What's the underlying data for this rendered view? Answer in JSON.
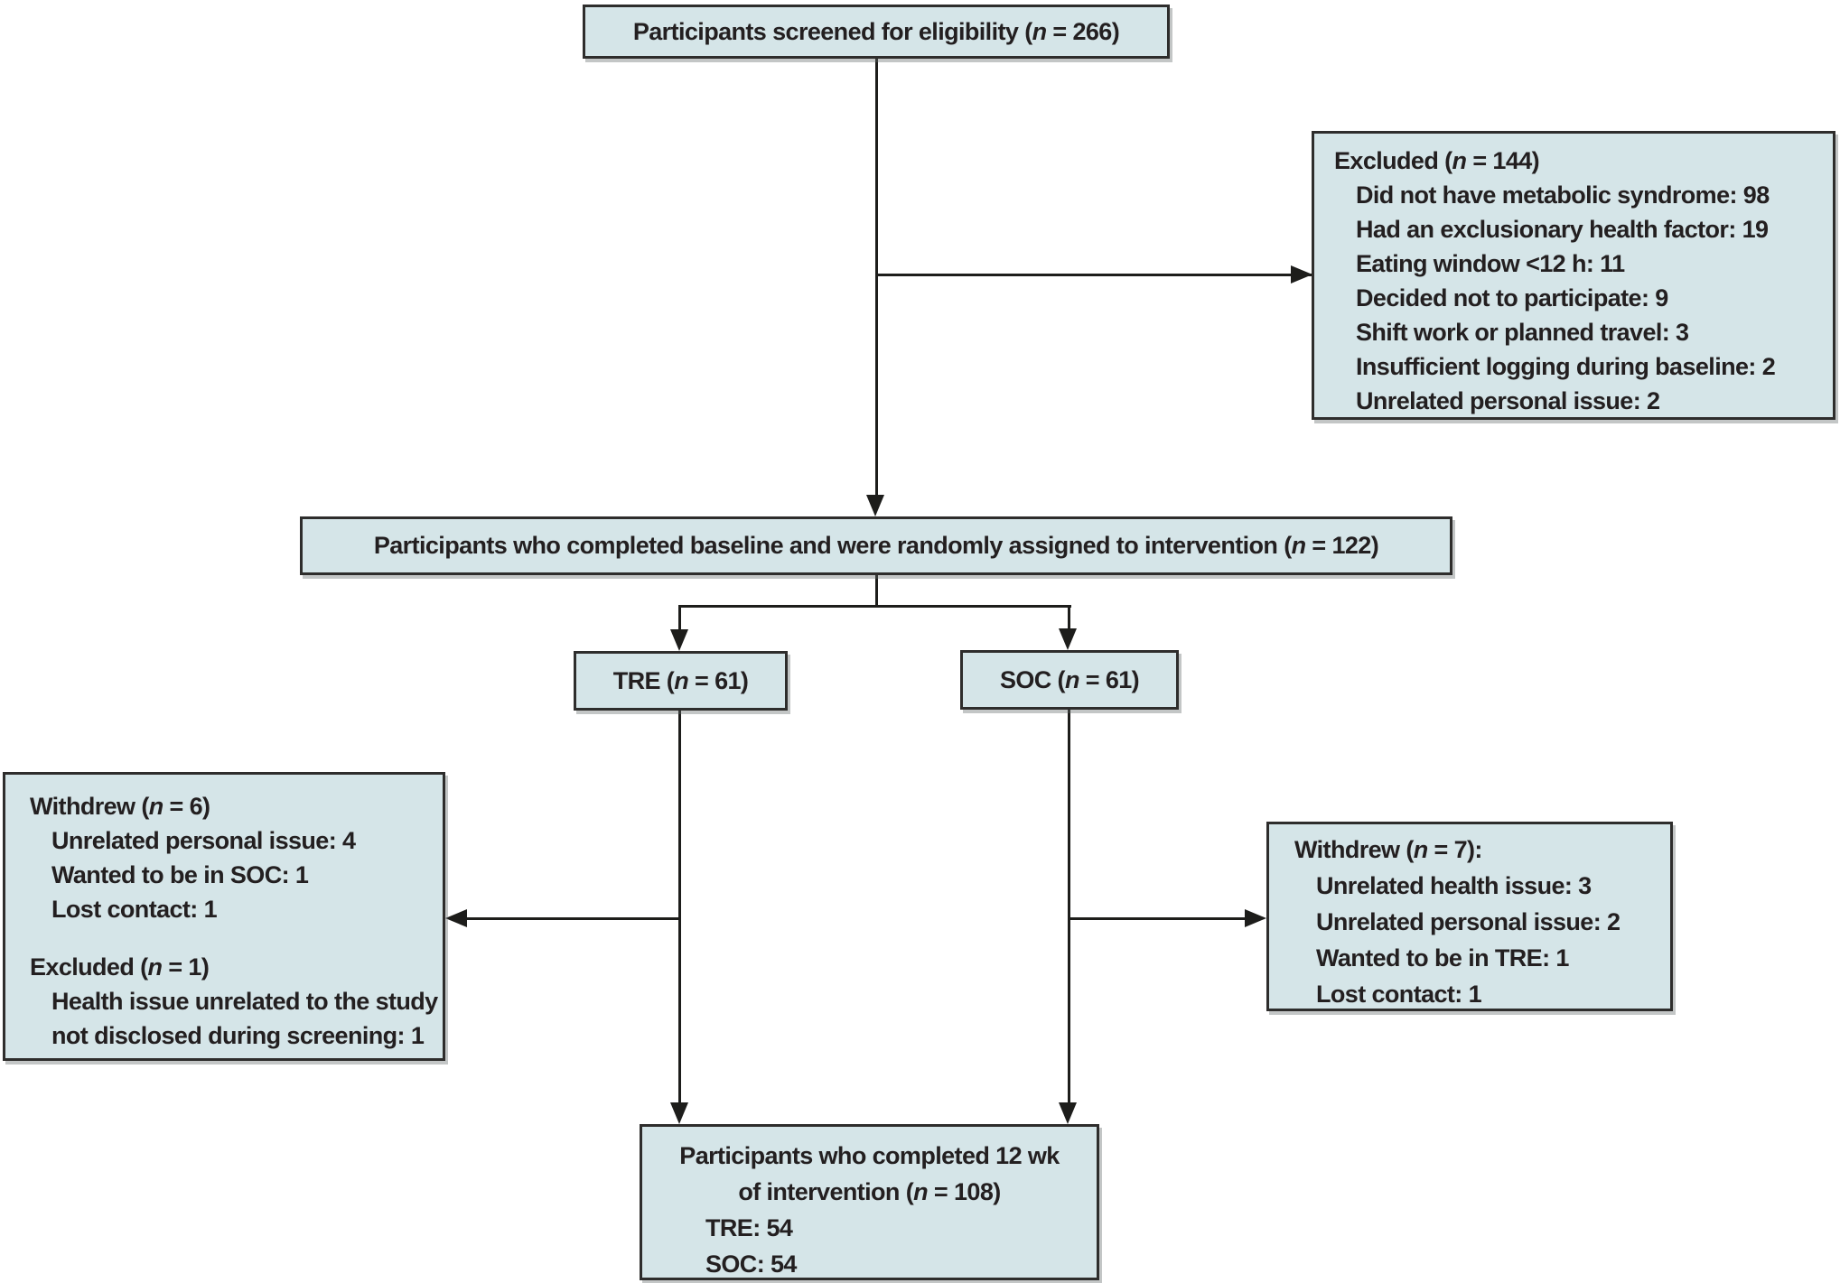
{
  "figure": {
    "kind": "participant-flow-diagram",
    "colors": {
      "box_fill": "#d5e5e8",
      "box_border": "#2e2d2c",
      "connector": "#1d1d1b",
      "text": "#231f20",
      "background": "#ffffff"
    }
  },
  "boxes": {
    "screened": {
      "pre": "Participants screened for eligibility (",
      "n": "n",
      "post": " = 266)"
    },
    "excluded_screening": {
      "title_pre": "Excluded (",
      "n": "n",
      "title_post": " = 144)",
      "items": [
        "Did not have metabolic syndrome: 98",
        "Had an exclusionary health factor: 19",
        "Eating window <12 h: 11",
        "Decided not to participate: 9",
        "Shift work or planned travel: 3",
        "Insufficient logging during baseline: 2",
        "Unrelated personal issue: 2"
      ]
    },
    "randomized": {
      "pre": "Participants who completed baseline and were randomly assigned to intervention (",
      "n": "n",
      "post": " = 122)"
    },
    "tre": {
      "pre": "TRE (",
      "n": "n",
      "post": " = 61)"
    },
    "soc": {
      "pre": "SOC (",
      "n": "n",
      "post": " = 61)"
    },
    "tre_withdrawn": {
      "withdrew_pre": "Withdrew (",
      "n": "n",
      "withdrew_post": " = 6)",
      "withdrew_items": [
        "Unrelated personal issue: 4",
        "Wanted to be in SOC: 1",
        "Lost contact: 1"
      ],
      "excluded_pre": "Excluded (",
      "excluded_post": " = 1)",
      "excluded_item_line1": "Health issue unrelated to the study",
      "excluded_item_line2": "not disclosed during screening: 1"
    },
    "soc_withdrawn": {
      "title_pre": "Withdrew (",
      "n": "n",
      "title_post": " = 7):",
      "items": [
        "Unrelated health issue: 3",
        "Unrelated personal issue: 2",
        "Wanted to be in TRE: 1",
        "Lost contact: 1"
      ]
    },
    "completed": {
      "line1": "Participants who completed 12 wk",
      "line2_pre": "of intervention (",
      "n": "n",
      "line2_post": " = 108)",
      "items": [
        "TRE: 54",
        "SOC: 54"
      ]
    }
  }
}
